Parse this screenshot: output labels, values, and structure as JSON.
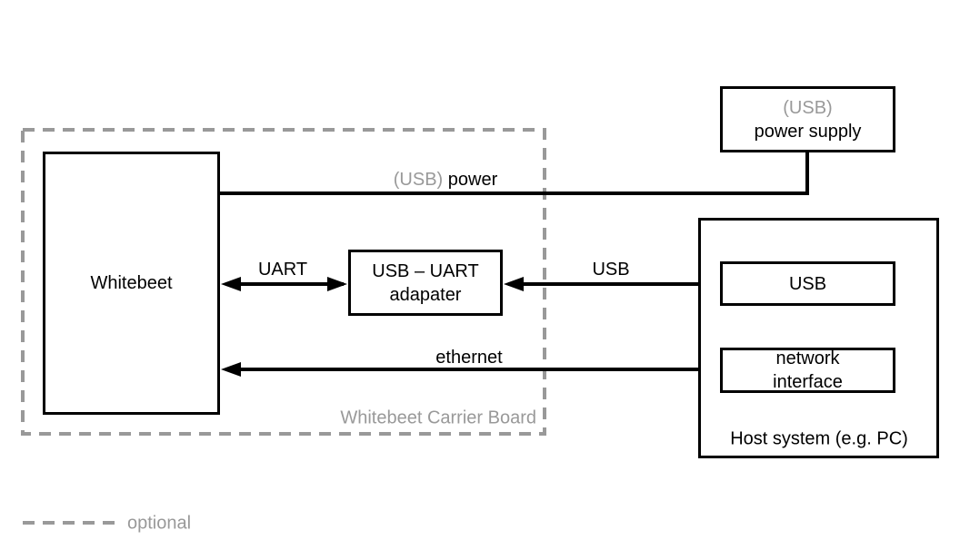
{
  "diagram": {
    "carrier_board": {
      "label": "Whitebeet Carrier Board"
    },
    "nodes": {
      "whitebeet": {
        "label": "Whitebeet"
      },
      "adapter": {
        "line1": "USB – UART",
        "line2": "adapater"
      },
      "power_supply": {
        "line1": "(USB)",
        "line2": "power supply"
      },
      "host": {
        "label": "Host system (e.g. PC)"
      },
      "usb_port": {
        "label": "USB"
      },
      "network_interface": {
        "line1": "network",
        "line2": "interface"
      }
    },
    "connections": {
      "power": {
        "label_optional": "(USB)",
        "label_main": "power"
      },
      "uart": {
        "label": "UART"
      },
      "usb": {
        "label": "USB"
      },
      "ethernet": {
        "label": "ethernet"
      }
    },
    "legend": {
      "label": "optional"
    },
    "colors": {
      "line": "#000000",
      "optional_gray": "#999999",
      "background": "#ffffff"
    }
  }
}
